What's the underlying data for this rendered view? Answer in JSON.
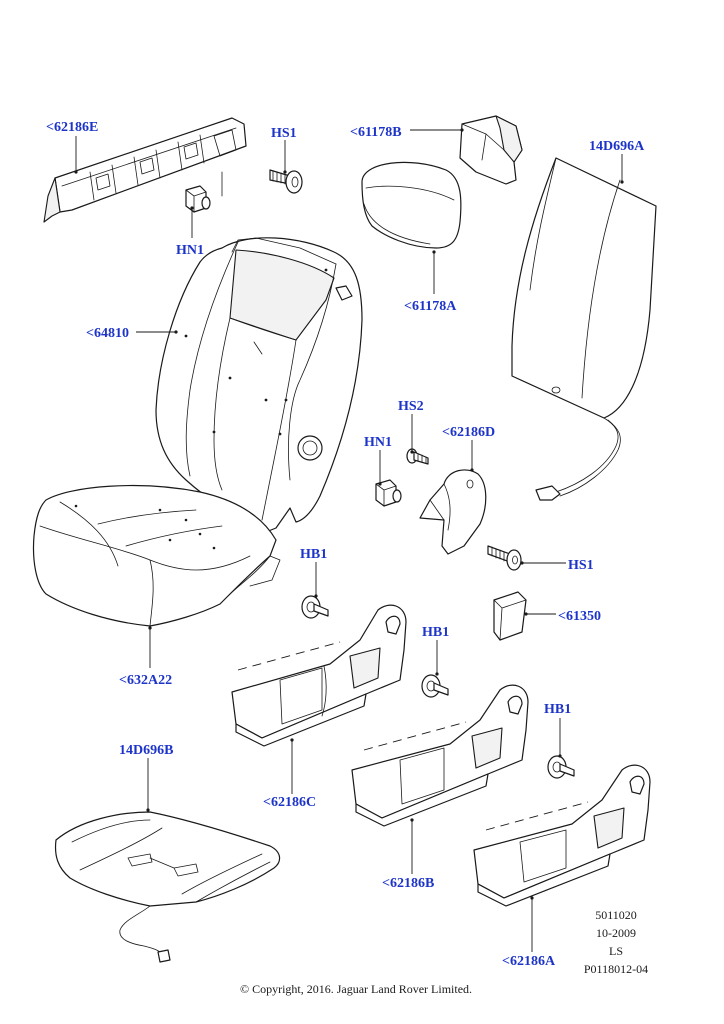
{
  "callouts": {
    "p62186E": "<62186E",
    "HS1_top": "HS1",
    "p61178B": "<61178B",
    "p14D696A": "14D696A",
    "HN1_top": "HN1",
    "p61178A": "<61178A",
    "p64810": "<64810",
    "HS2": "HS2",
    "HN1_mid": "HN1",
    "p62186D": "<62186D",
    "HB1_a": "HB1",
    "HS1_mid": "HS1",
    "p61350": "<61350",
    "HB1_b": "HB1",
    "p632A22": "<632A22",
    "HB1_c": "HB1",
    "p14D696B": "14D696B",
    "p62186C": "<62186C",
    "p62186B": "<62186B",
    "p62186A": "<62186A"
  },
  "meta": {
    "code": "5011020",
    "date": "10-2009",
    "model": "LS",
    "ref": "P0118012-04"
  },
  "copyright": "© Copyright, 2016. Jaguar Land Rover Limited."
}
